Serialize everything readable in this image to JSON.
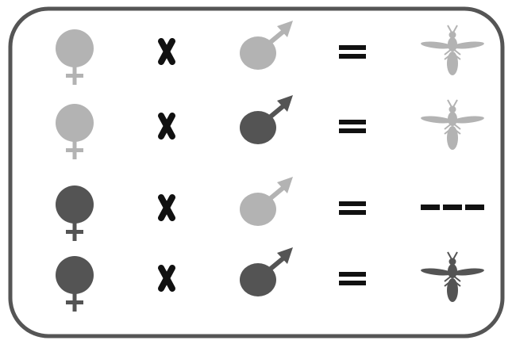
{
  "colors": {
    "frame_stroke": "#555555",
    "light_grey": "#b3b3b3",
    "dark_grey": "#545454",
    "symbol_black": "#111111",
    "background": "#ffffff"
  },
  "icons": {
    "female": "venus-symbol",
    "male": "mars-symbol",
    "cross": "cross-x",
    "equals": "equals-sign",
    "offspring": "insect-wasp",
    "none": "dashed-line"
  },
  "rows": [
    {
      "female": "light",
      "male": "light",
      "offspring": "light-insect"
    },
    {
      "female": "light",
      "male": "dark",
      "offspring": "light-insect"
    },
    {
      "female": "dark",
      "male": "light",
      "offspring": "none"
    },
    {
      "female": "dark",
      "male": "dark",
      "offspring": "dark-insect"
    }
  ]
}
